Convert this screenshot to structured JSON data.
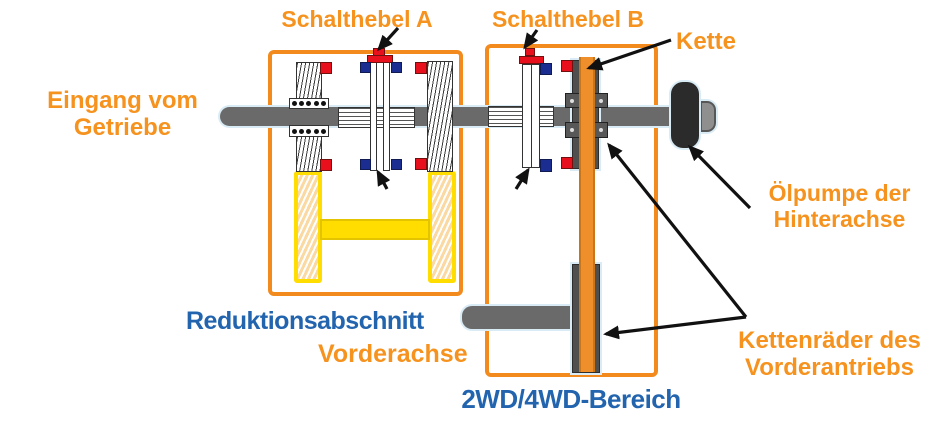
{
  "labels": {
    "schalthebel_a": "Schalthebel A",
    "schalthebel_b": "Schalthebel B",
    "kette": "Kette",
    "eingang_line1": "Eingang vom",
    "eingang_line2": "Getriebe",
    "oelpumpe_line1": "Ölpumpe der",
    "oelpumpe_line2": "Hinterachse",
    "reduktionsabschnitt": "Reduktionsabschnitt",
    "vorderachse": "Vorderachse",
    "wd_bereich": "2WD/4WD-Bereich",
    "kettenraeder_line1": "Kettenräder des",
    "kettenraeder_line2": "Vorderantriebs"
  },
  "colors": {
    "label-orange": "#F6921E",
    "label-blue": "#2264AE",
    "box-orange": "#F28A1E",
    "chain-orange": "#EE8F2B",
    "red": "#E8101C",
    "navy": "#1B2D91",
    "yellow": "#FFDD00",
    "shaft-gray": "#6A6A6A",
    "plate-gray": "#4F4F4F",
    "pump-black": "#2B2B2B",
    "halo": "#D9ECF6"
  }
}
